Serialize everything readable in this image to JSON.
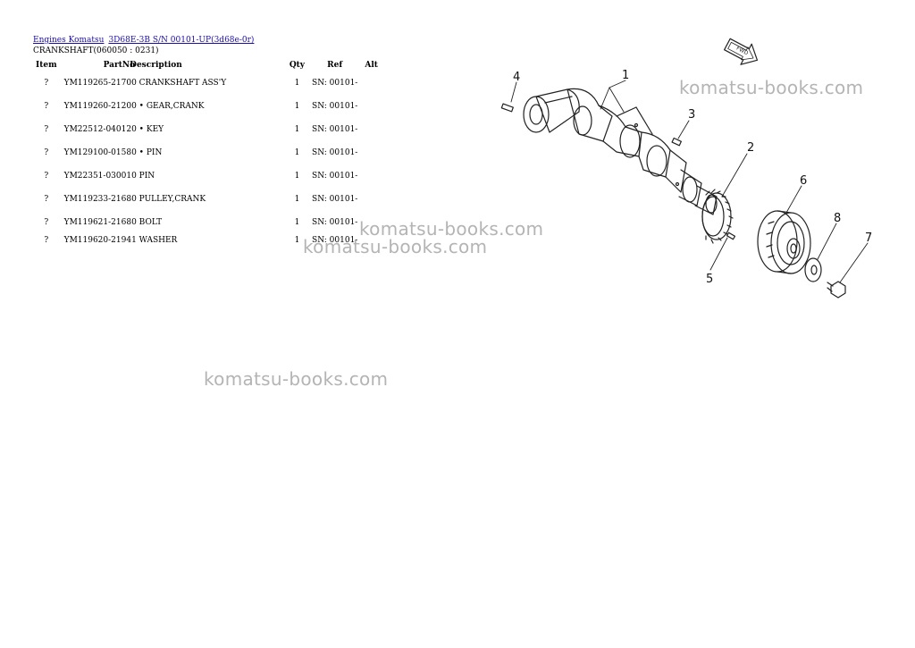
{
  "breadcrumb": {
    "link1": "Engines Komatsu",
    "link2": "3D68E-3B S/N 00101-UP(3d68e-0r)"
  },
  "subtitle": "CRANKSHAFT(060050 : 0231)",
  "table": {
    "headers": [
      "Item",
      "PartNo",
      "Description",
      "Qty",
      "Ref",
      "Alt"
    ],
    "rows": [
      {
        "item": "?",
        "part_desc": "YM119265-21700 CRANKSHAFT ASS'Y",
        "qty": "1",
        "ref": "SN: 00101-",
        "alt": ""
      },
      {
        "item": "?",
        "part_desc": "YM119260-21200 • GEAR,CRANK",
        "qty": "1",
        "ref": "SN: 00101-",
        "alt": ""
      },
      {
        "item": "?",
        "part_desc": "YM22512-040120 • KEY",
        "qty": "1",
        "ref": "SN: 00101-",
        "alt": ""
      },
      {
        "item": "?",
        "part_desc": "YM129100-01580 • PIN",
        "qty": "1",
        "ref": "SN: 00101-",
        "alt": ""
      },
      {
        "item": "?",
        "part_desc": "YM22351-030010 PIN",
        "qty": "1",
        "ref": "SN: 00101-",
        "alt": ""
      },
      {
        "item": "?",
        "part_desc": "YM119233-21680 PULLEY,CRANK",
        "qty": "1",
        "ref": "SN: 00101-",
        "alt": ""
      },
      {
        "item": "?",
        "part_desc": "YM119621-21680 BOLT",
        "qty": "1",
        "ref": "SN: 00101-",
        "alt": ""
      },
      {
        "item": "?",
        "part_desc": "YM119620-21941 WASHER",
        "qty": "1",
        "ref": "SN: 00101-",
        "alt": ""
      }
    ]
  },
  "watermarks": [
    "komatsu-books.com",
    "komatsu-books.com",
    "komatsu-books.com",
    "komatsu-books.com"
  ],
  "diagram": {
    "fwd_label": "FWD",
    "callouts": [
      "1",
      "2",
      "3",
      "4",
      "5",
      "6",
      "7",
      "8"
    ]
  }
}
